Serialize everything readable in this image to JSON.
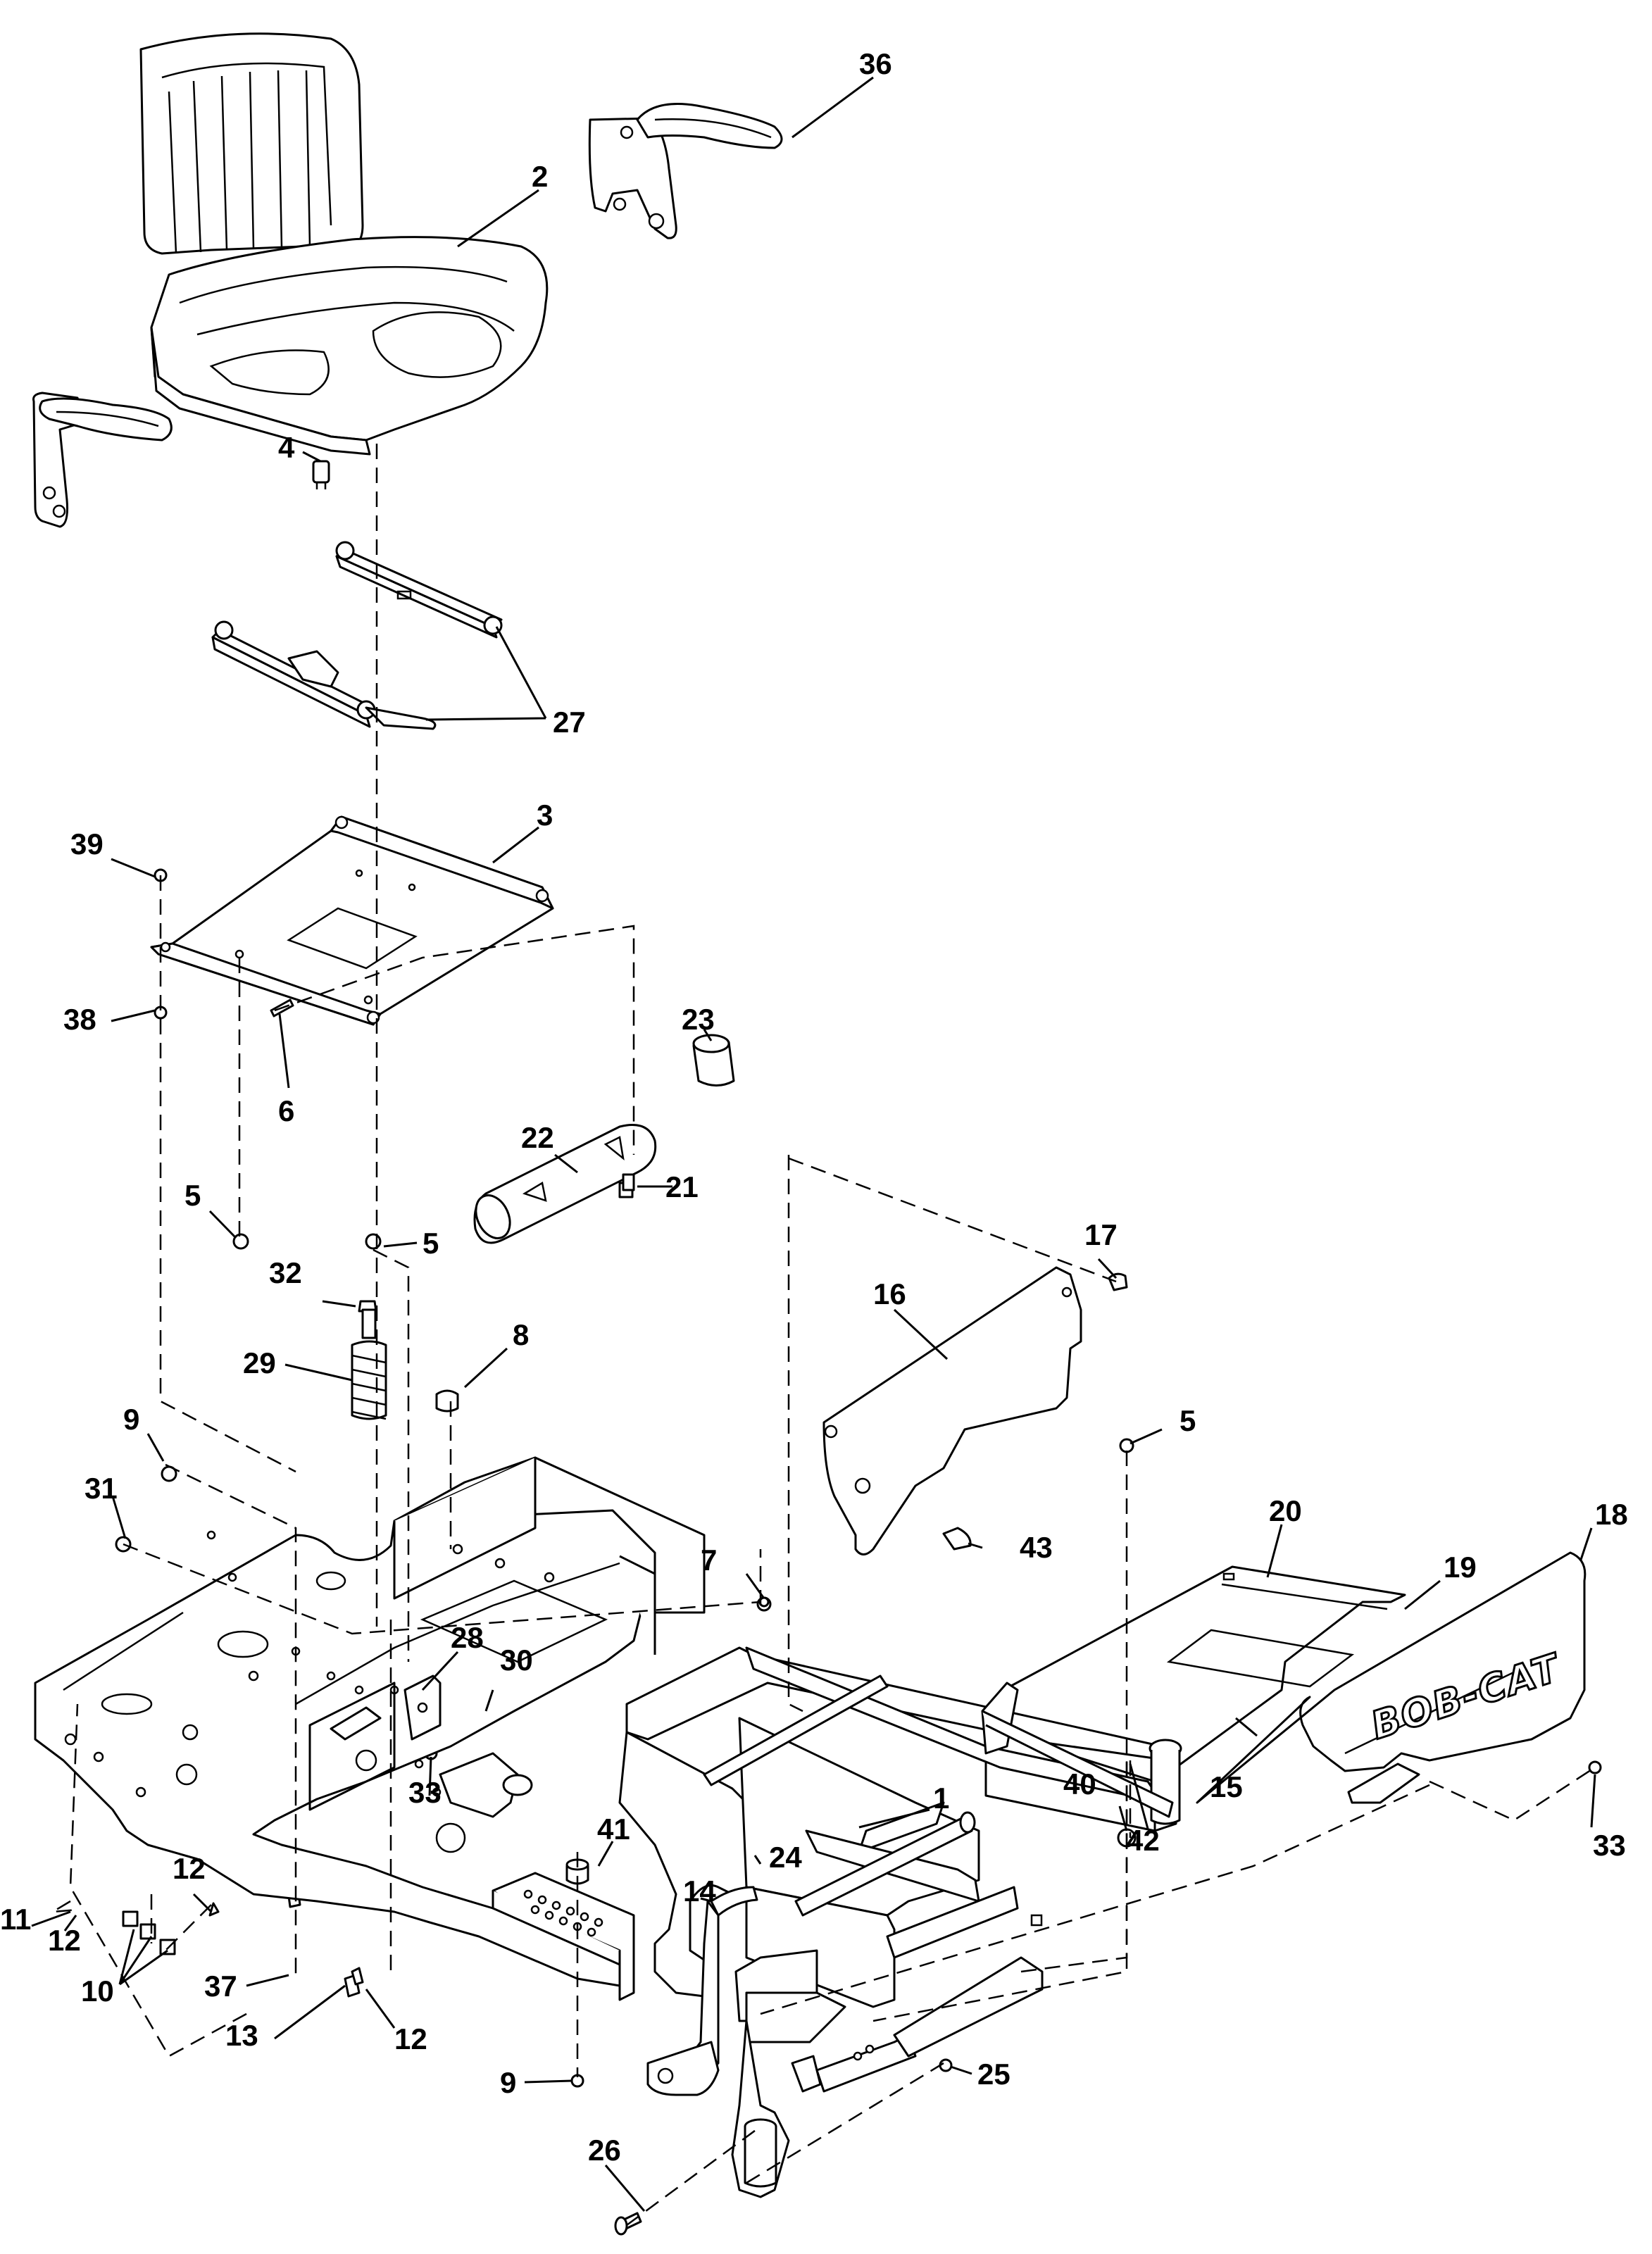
{
  "diagram": {
    "logo_text": "BOB-CAT",
    "callouts": [
      {
        "label": "36"
      },
      {
        "label": "2"
      },
      {
        "label": "4"
      },
      {
        "label": "27"
      },
      {
        "label": "3"
      },
      {
        "label": "39"
      },
      {
        "label": "38"
      },
      {
        "label": "6"
      },
      {
        "label": "23"
      },
      {
        "label": "22"
      },
      {
        "label": "21"
      },
      {
        "label": "5"
      },
      {
        "label": "5"
      },
      {
        "label": "32"
      },
      {
        "label": "17"
      },
      {
        "label": "16"
      },
      {
        "label": "29"
      },
      {
        "label": "8"
      },
      {
        "label": "9"
      },
      {
        "label": "5"
      },
      {
        "label": "31"
      },
      {
        "label": "43"
      },
      {
        "label": "20"
      },
      {
        "label": "18"
      },
      {
        "label": "19"
      },
      {
        "label": "7"
      },
      {
        "label": "28"
      },
      {
        "label": "30"
      },
      {
        "label": "15"
      },
      {
        "label": "33"
      },
      {
        "label": "40"
      },
      {
        "label": "1"
      },
      {
        "label": "41"
      },
      {
        "label": "42"
      },
      {
        "label": "33"
      },
      {
        "label": "24"
      },
      {
        "label": "11"
      },
      {
        "label": "12"
      },
      {
        "label": "12"
      },
      {
        "label": "14"
      },
      {
        "label": "10"
      },
      {
        "label": "37"
      },
      {
        "label": "13"
      },
      {
        "label": "12"
      },
      {
        "label": "9"
      },
      {
        "label": "25"
      },
      {
        "label": "26"
      }
    ]
  }
}
